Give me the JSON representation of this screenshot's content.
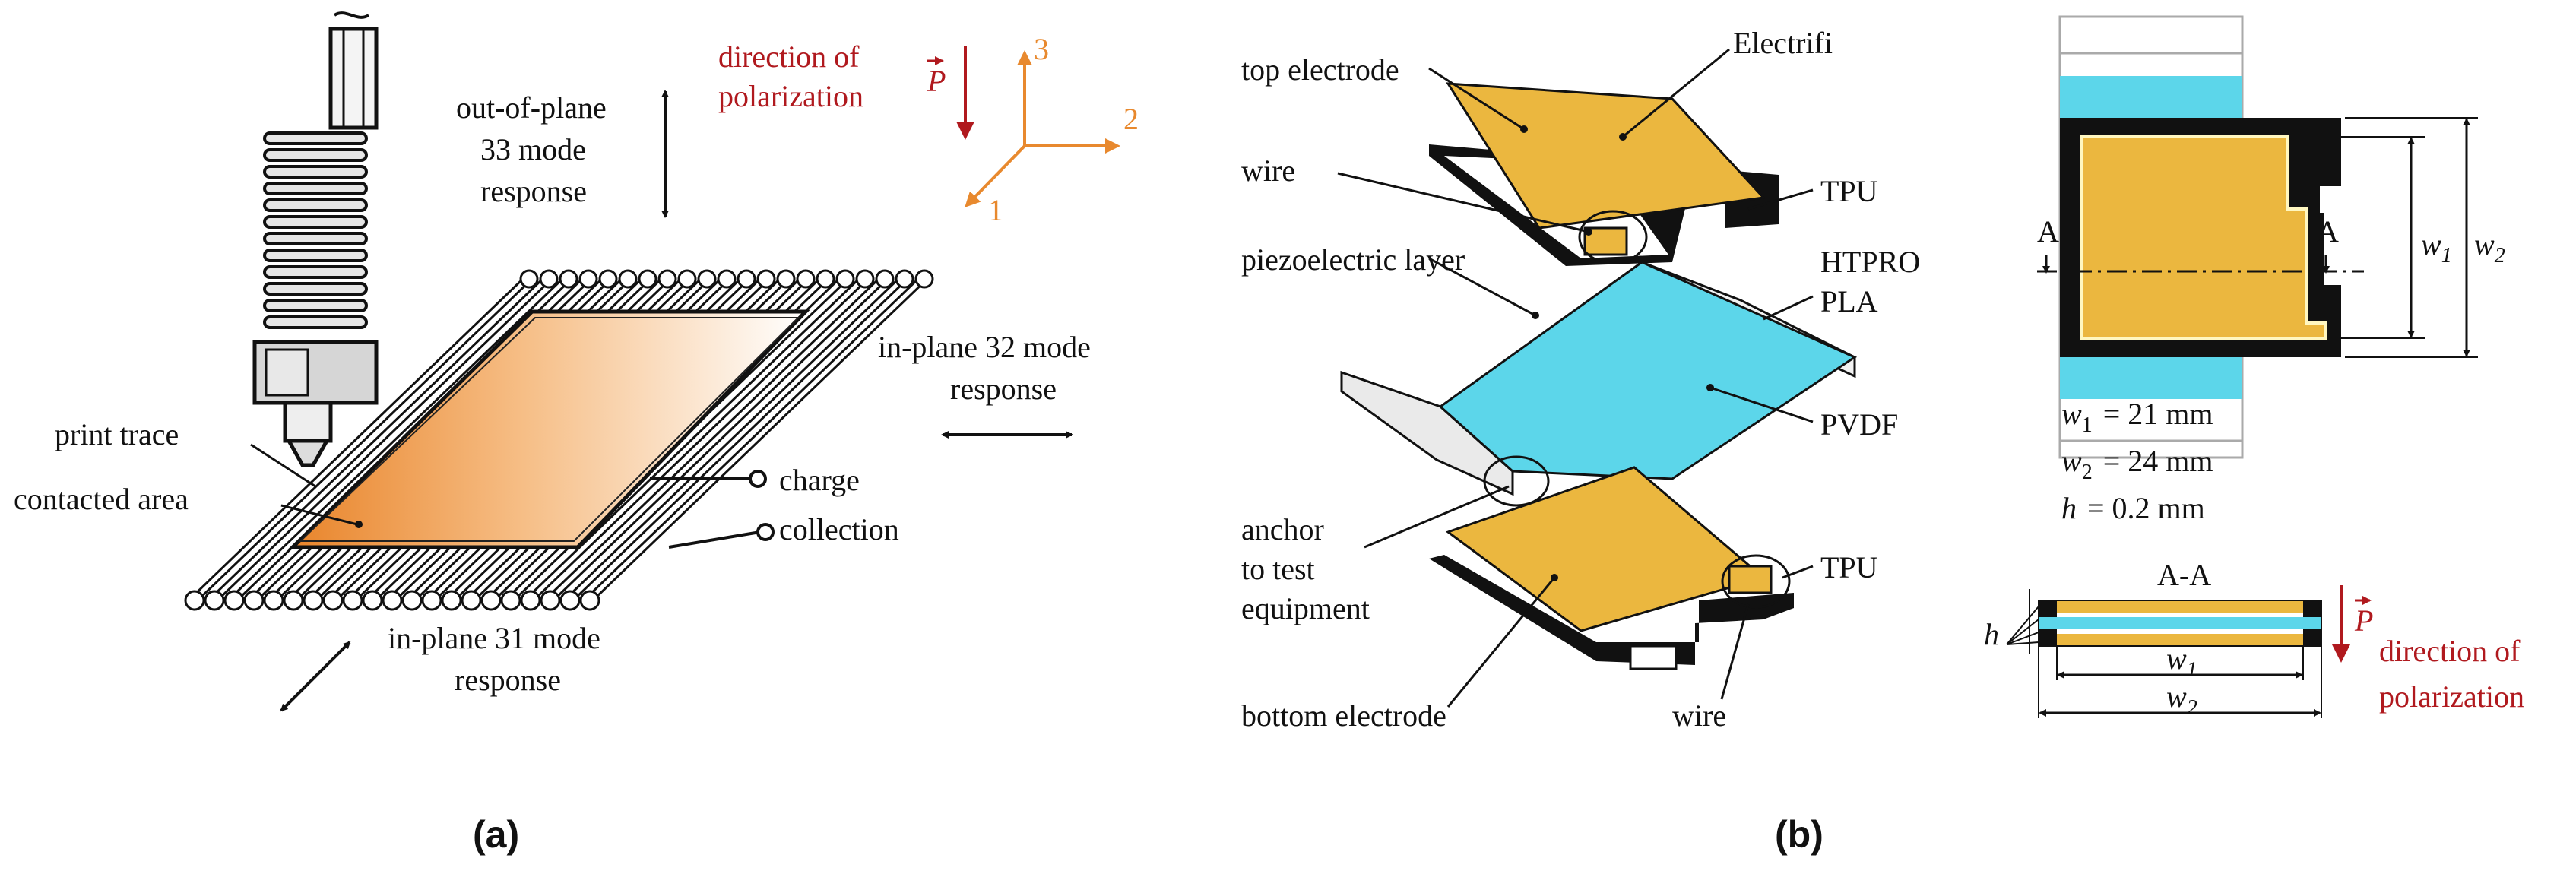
{
  "figure": {
    "a": {
      "caption": "(a)",
      "labels": {
        "direction_line1": "direction of",
        "direction_line2": "polarization",
        "p_vector": "P",
        "axis_1": "1",
        "axis_2": "2",
        "axis_3": "3",
        "out_line1": "out-of-plane",
        "out_line2": "33 mode",
        "out_line3": "response",
        "in32_line1": "in-plane 32 mode",
        "in32_line2": "response",
        "print_trace": "print trace",
        "contacted_area": "contacted area",
        "charge": "charge",
        "collection": "collection",
        "in31_line1": "in-plane 31 mode",
        "in31_line2": "response"
      }
    },
    "b": {
      "caption": "(b)",
      "labels": {
        "top_electrode": "top electrode",
        "electrifi": "Electrifi",
        "wire_top": "wire",
        "tpu_top": "TPU",
        "piezo_layer": "piezoelectric layer",
        "htpro": "HTPRO",
        "pla": "PLA",
        "pvdf": "PVDF",
        "anchor_line1": "anchor",
        "anchor_line2": "to test",
        "anchor_line3": "equipment",
        "tpu_bottom": "TPU",
        "bottom_electrode": "bottom electrode",
        "wire_bottom": "wire",
        "section_marker": "A",
        "w1_symbol": "w",
        "w1_sub": "1",
        "w2_symbol": "w",
        "w2_sub": "2",
        "w1_spec": "= 21 mm",
        "w2_spec": "= 24 mm",
        "h_symbol": "h",
        "h_spec": "= 0.2 mm",
        "section_title": "A-A",
        "p_vector": "P",
        "direction_line1": "direction of",
        "direction_line2": "polarization"
      }
    },
    "colors": {
      "gold": "#EBB73F",
      "cyan": "#5CD6EA",
      "red": "#B0191E",
      "orange": "#E8892E",
      "black": "#111111"
    }
  }
}
